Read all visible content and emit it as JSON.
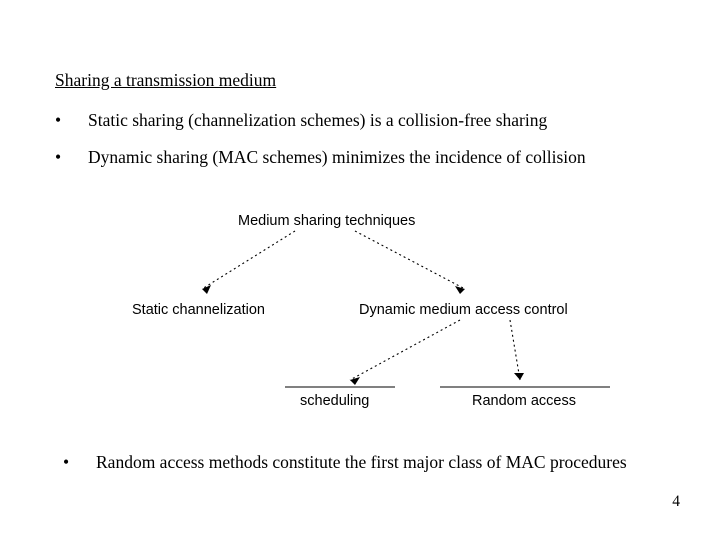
{
  "slide": {
    "heading": "Sharing a transmission medium",
    "bullets": [
      {
        "mark": "•",
        "text": "Static sharing (channelization schemes) is a collision-free sharing"
      },
      {
        "mark": "•",
        "text": "Dynamic sharing (MAC schemes) minimizes the incidence of collision"
      },
      {
        "mark": "•",
        "text": "Random access methods constitute the first major class of MAC procedures"
      }
    ],
    "page_number": "4",
    "diagram": {
      "nodes": [
        {
          "id": "root",
          "label": "Medium sharing techniques"
        },
        {
          "id": "static",
          "label": "Static channelization"
        },
        {
          "id": "dmac",
          "label": "Dynamic medium access control"
        },
        {
          "id": "sched",
          "label": "scheduling"
        },
        {
          "id": "random",
          "label": "Random access"
        }
      ],
      "edges": [
        {
          "from": "root",
          "to": "static"
        },
        {
          "from": "root",
          "to": "dmac"
        },
        {
          "from": "dmac",
          "to": "sched"
        },
        {
          "from": "dmac",
          "to": "random"
        }
      ],
      "line_color": "#000000",
      "line_style": "dotted"
    }
  }
}
